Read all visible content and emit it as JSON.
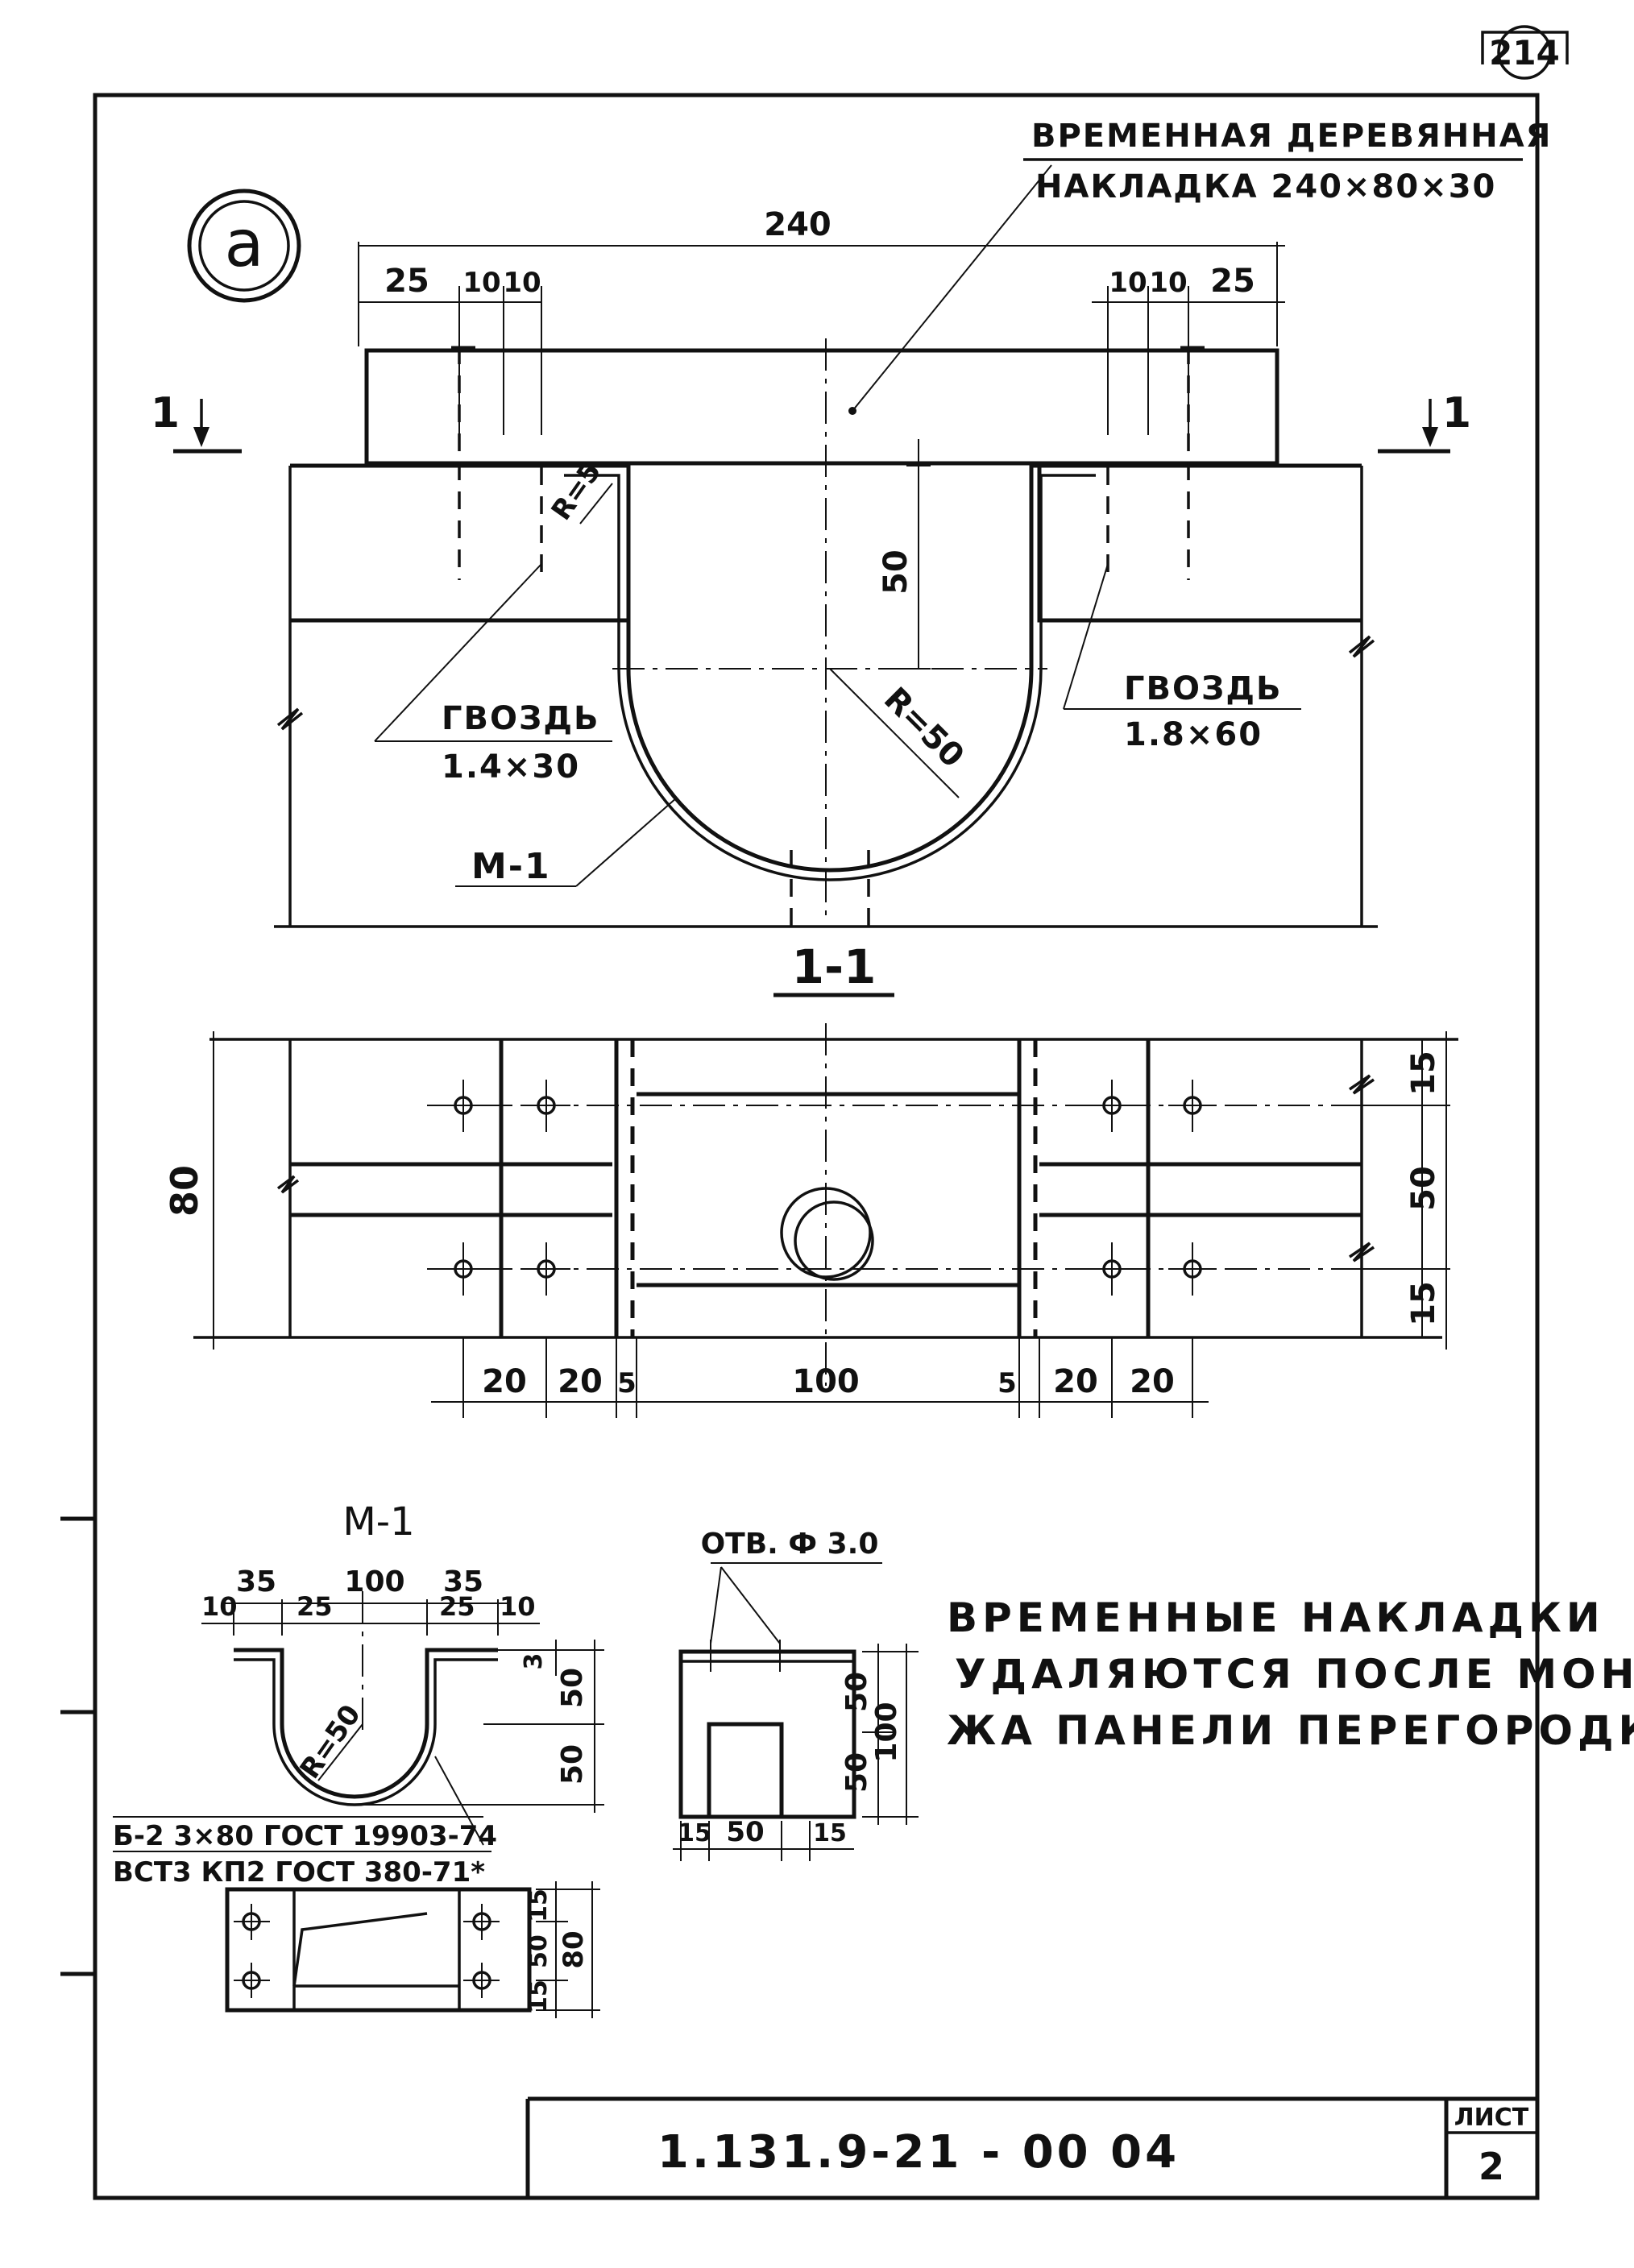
{
  "sheet_number": "214",
  "detail_marker": "а",
  "overlay_label": {
    "line1": "ВРЕМЕННАЯ ДЕРЕВЯННАЯ",
    "line2": "НАКЛАДКА 240×80×30"
  },
  "top_dims": {
    "overall": "240",
    "left": [
      "25",
      "10",
      "10"
    ],
    "right": [
      "10",
      "10",
      "25"
    ],
    "height_50": "50",
    "radius_small": "R=5",
    "radius_large": "R=50"
  },
  "section_mark": "1",
  "section_title": "1-1",
  "nail_left": {
    "name": "ГВОЗДЬ",
    "size": "1.4×30"
  },
  "nail_right": {
    "name": "ГВОЗДЬ",
    "size": "1.8×60"
  },
  "part_label": "М-1",
  "plan_dims": {
    "height": "80",
    "right": [
      "15",
      "50",
      "15"
    ],
    "bottom": [
      "20",
      "20",
      "5",
      "100",
      "5",
      "20",
      "20"
    ]
  },
  "m1": {
    "title": "М-1",
    "top_dims": [
      "35",
      "100",
      "35"
    ],
    "sub_dims": [
      "10",
      "25",
      "25",
      "10"
    ],
    "radius": "R=50",
    "side_dims": [
      "3",
      "50",
      "50"
    ],
    "material_line1": "Б-2 3×80 ГОСТ 19903-74",
    "material_line2": "ВСТ3 КП2 ГОСТ 380-71*",
    "plan_dims": [
      "15",
      "50",
      "15",
      "80"
    ]
  },
  "hole": {
    "label": "ОТВ. Ф 3.0",
    "side_dims": [
      "50",
      "50",
      "100"
    ],
    "bottom_dims": [
      "15",
      "50",
      "15"
    ]
  },
  "note": {
    "line1": "ВРЕМЕННЫЕ НАКЛАДКИ",
    "line2": "УДАЛЯЮТСЯ ПОСЛЕ МОНТА-",
    "line3": "ЖА ПАНЕЛИ ПЕРЕГОРОДКИ"
  },
  "title_block": {
    "doc_code": "1.131.9-21 - 00 04",
    "sheet_label": "ЛИСТ",
    "sheet_value": "2"
  }
}
